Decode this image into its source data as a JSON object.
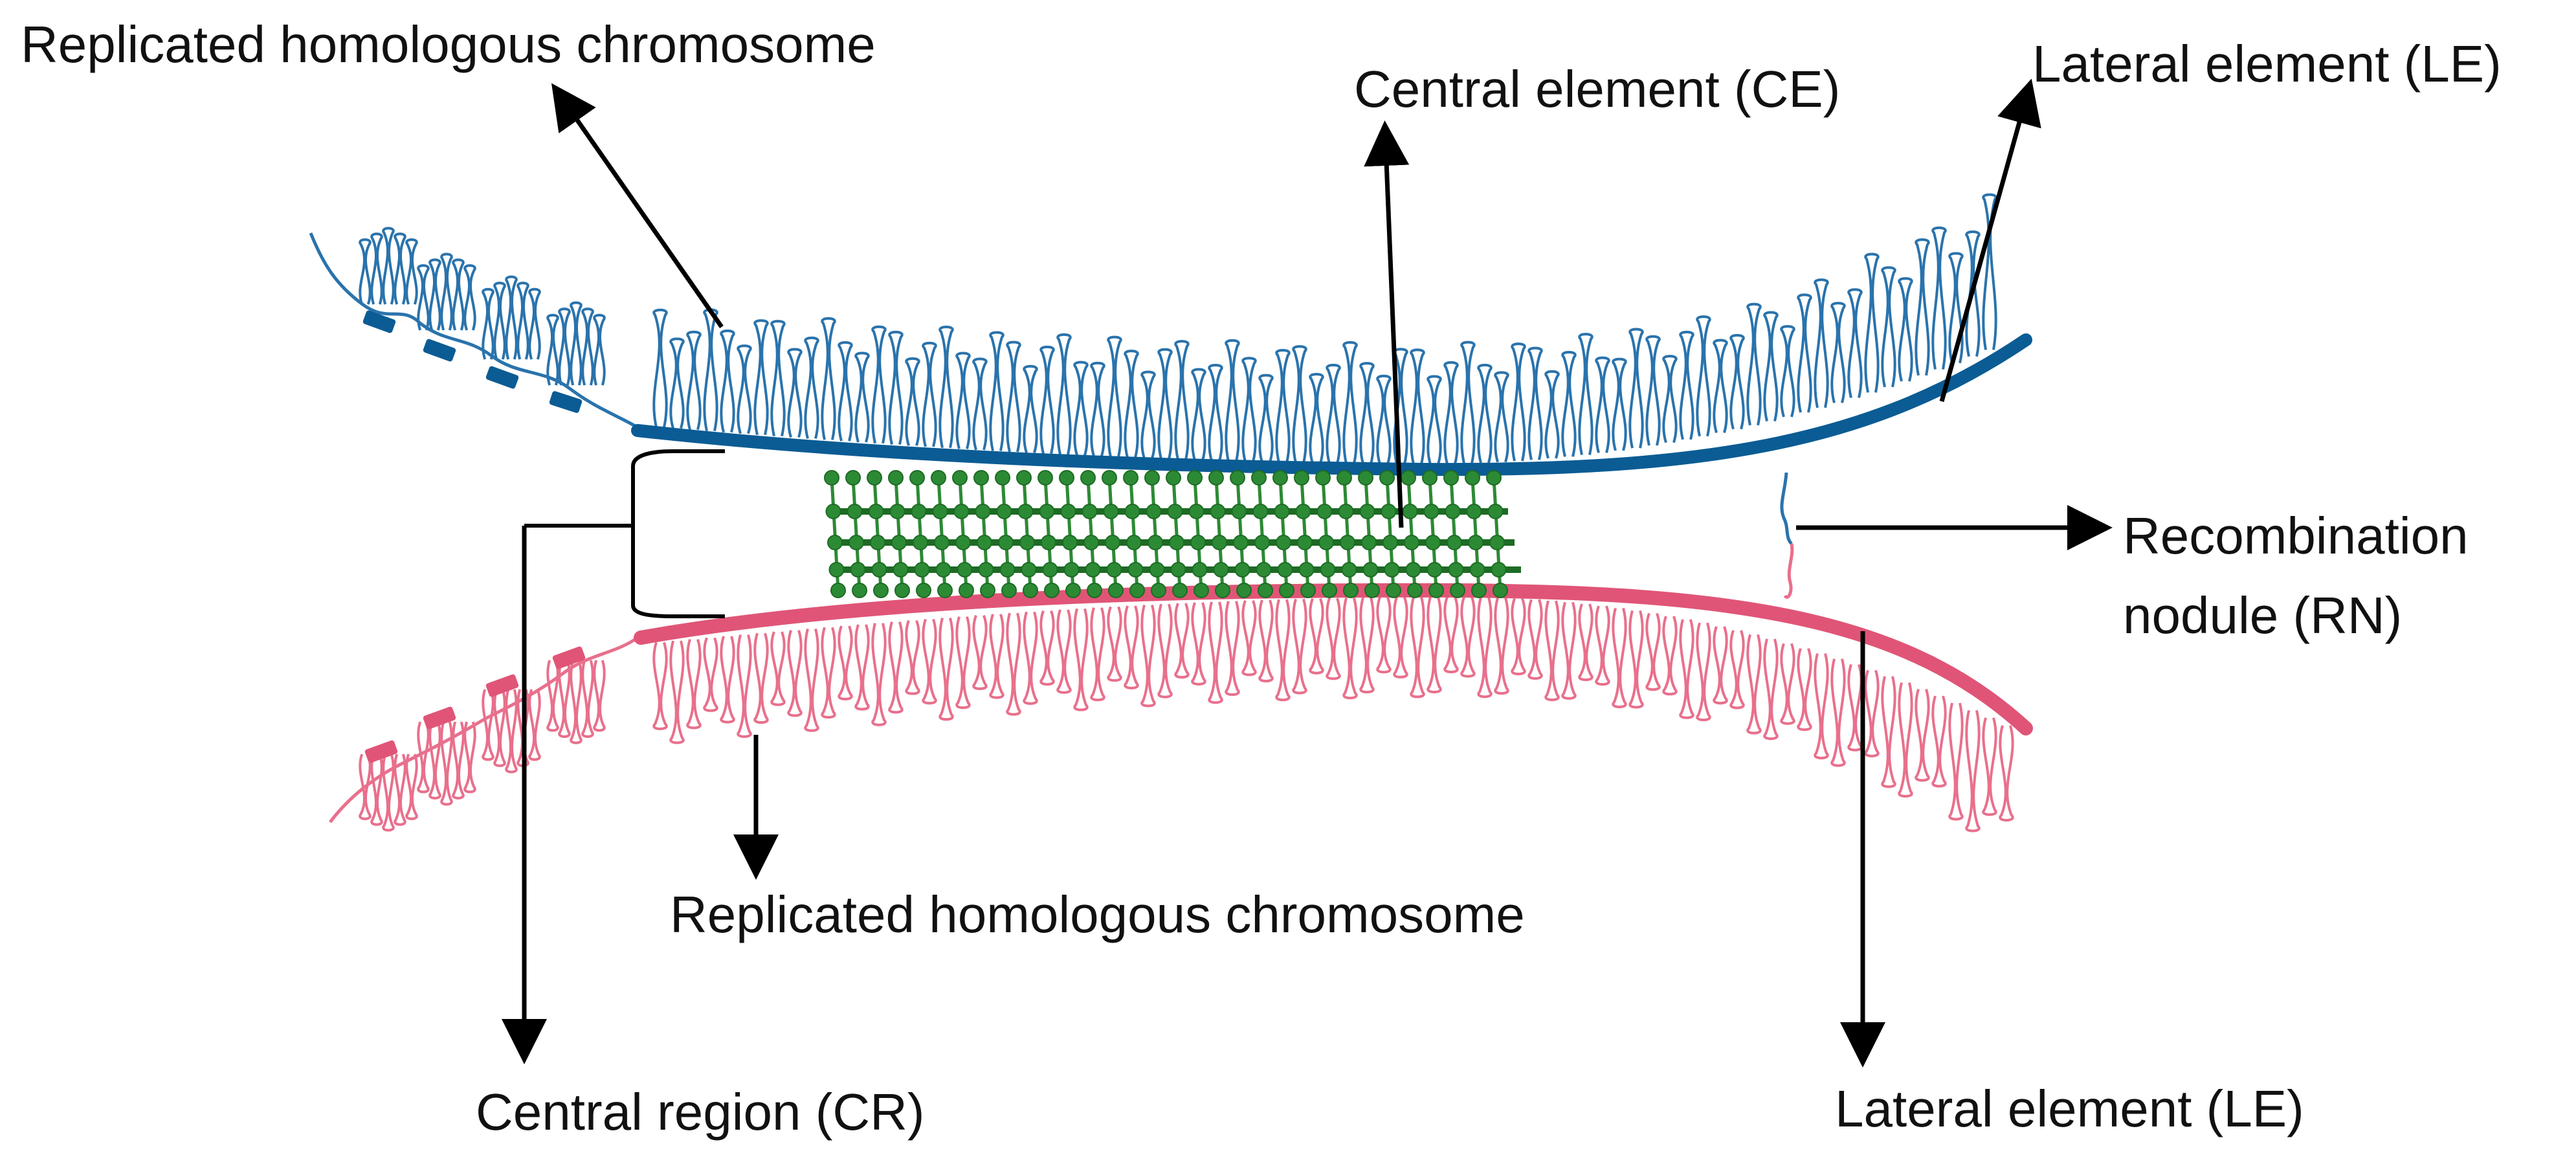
{
  "labels": {
    "top_chromosome": "Replicated homologous chromosome",
    "central_element": "Central element (CE)",
    "lateral_element_top": "Lateral element (LE)",
    "recombination_nodule_line1": "Recombination",
    "recombination_nodule_line2": "nodule (RN)",
    "bottom_chromosome": "Replicated homologous chromosome",
    "central_region": "Central region (CR)",
    "lateral_element_bottom": "Lateral element (LE)"
  },
  "colors": {
    "top_chromosome": "#0b5c94",
    "top_loops": "#2a73ac",
    "bottom_chromosome": "#e05577",
    "bottom_loops": "#e8708c",
    "central_element": "#2c8a34",
    "central_element_dark": "#1d6b24",
    "arrow": "#000000"
  }
}
